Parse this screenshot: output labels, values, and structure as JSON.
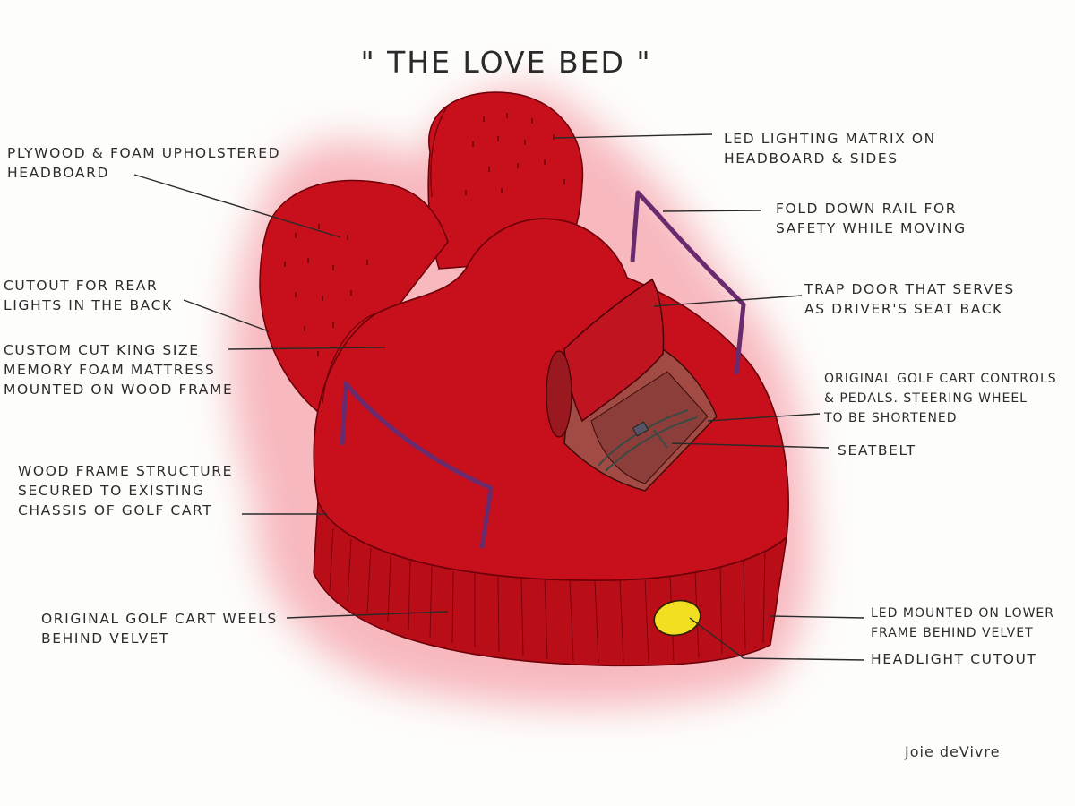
{
  "title": "\" THE LOVE BED \"",
  "annotations": {
    "headboard": [
      "PLYWOOD & FOAM UPHOLSTERED",
      "HEADBOARD"
    ],
    "rear_lights": [
      "CUTOUT FOR REAR",
      "LIGHTS IN THE BACK"
    ],
    "mattress": [
      "CUSTOM CUT KING SIZE",
      "MEMORY FOAM MATTRESS",
      "MOUNTED ON WOOD FRAME"
    ],
    "frame": [
      "WOOD FRAME STRUCTURE",
      "SECURED TO EXISTING",
      "CHASSIS OF GOLF CART"
    ],
    "wheels": [
      "ORIGINAL GOLF CART WEELS",
      "BEHIND VELVET"
    ],
    "led_lighting": [
      "LED LIGHTING MATRIX ON",
      "HEADBOARD & SIDES"
    ],
    "rail": [
      "FOLD DOWN RAIL FOR",
      "SAFETY WHILE MOVING"
    ],
    "trap_door": [
      "TRAP DOOR THAT SERVES",
      "AS DRIVER'S SEAT BACK"
    ],
    "controls": [
      "ORIGINAL GOLF CART CONTROLS",
      "& PEDALS. STEERING WHEEL",
      "TO BE SHORTENED"
    ],
    "seatbelt": [
      "SEATBELT"
    ],
    "led_lower": [
      "LED MOUNTED ON LOWER",
      "FRAME BEHIND VELVET"
    ],
    "headlight": [
      "HEADLIGHT CUTOUT"
    ]
  },
  "signature": "Joie deVivre",
  "colors": {
    "glow": "#f7b8be",
    "velvet": "#c8101c",
    "velvet_dark": "#9c0a14",
    "rail": "#6a2a6e",
    "headlight": "#f3df22",
    "seat_well": "#a24a44"
  }
}
